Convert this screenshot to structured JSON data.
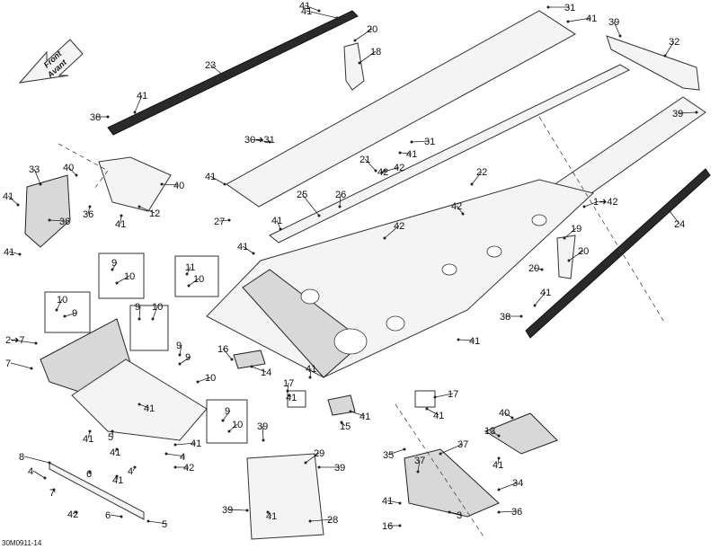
{
  "diagram": {
    "drawing_code": "30M0911-14",
    "front_arrow": {
      "line1": "Front",
      "line2": "Avant"
    },
    "callouts": [
      "41",
      "31",
      "41",
      "20",
      "18",
      "23",
      "39",
      "32",
      "41",
      "38",
      "41",
      "30➔31",
      "31",
      "41",
      "41",
      "39",
      "33",
      "40",
      "40",
      "36",
      "12",
      "41",
      "36",
      "41",
      "41",
      "21",
      "42",
      "42",
      "22",
      "25",
      "26",
      "27",
      "41",
      "42",
      "41",
      "42",
      "1➔42",
      "24",
      "9",
      "10",
      "11",
      "10",
      "19",
      "20",
      "20",
      "10",
      "9",
      "9",
      "10",
      "41",
      "2➔7",
      "7",
      "9",
      "9",
      "10",
      "16",
      "14",
      "41",
      "17",
      "38",
      "41",
      "41",
      "17",
      "41",
      "40",
      "13",
      "41",
      "39",
      "29",
      "39",
      "37",
      "35",
      "37",
      "34",
      "36",
      "28",
      "39",
      "41",
      "41",
      "16",
      "15",
      "41",
      "3",
      "8",
      "6",
      "4",
      "41",
      "5",
      "7",
      "41",
      "4",
      "42",
      "41",
      "4",
      "6",
      "5",
      "9",
      "10",
      "42",
      "41",
      "41"
    ]
  }
}
